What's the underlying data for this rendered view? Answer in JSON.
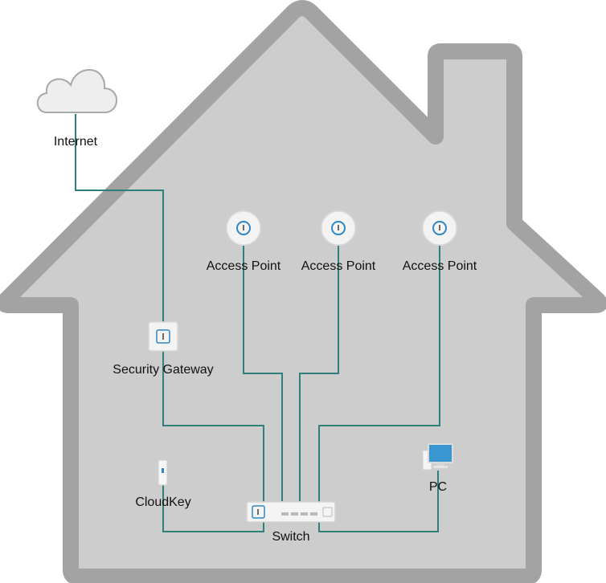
{
  "colors": {
    "house_outline": "#a3a3a3",
    "house_fill": "#cdcdcd",
    "wire": "#2f7f7b",
    "cloud_fill": "#eeeeee",
    "cloud_stroke": "#a8a8a8",
    "device_fill": "#f3f3f3",
    "device_accent": "#2f86c7"
  },
  "nodes": {
    "internet": {
      "label": "Internet",
      "icon": "cloud-icon"
    },
    "access_point_1": {
      "label": "Access Point",
      "icon": "access-point-icon"
    },
    "access_point_2": {
      "label": "Access Point",
      "icon": "access-point-icon"
    },
    "access_point_3": {
      "label": "Access Point",
      "icon": "access-point-icon"
    },
    "security_gateway": {
      "label": "Security Gateway",
      "icon": "gateway-icon"
    },
    "cloudkey": {
      "label": "CloudKey",
      "icon": "cloudkey-icon"
    },
    "switch": {
      "label": "Switch",
      "icon": "switch-icon"
    },
    "pc": {
      "label": "PC",
      "icon": "pc-icon"
    }
  }
}
